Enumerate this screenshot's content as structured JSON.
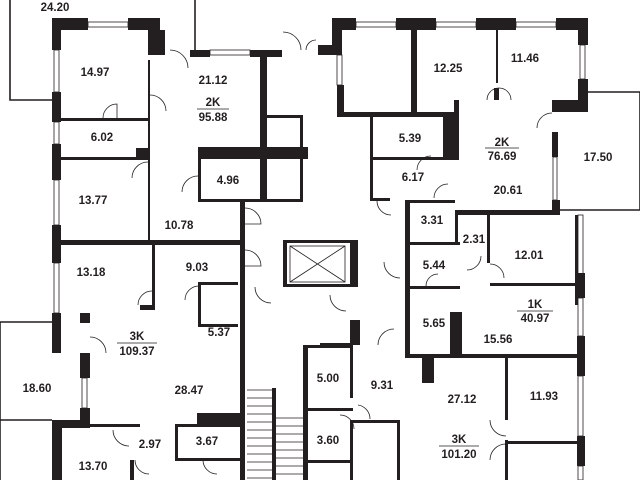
{
  "floor_plan": {
    "balconies": [
      "24.20",
      "17.50",
      "18.60"
    ],
    "apartments": [
      {
        "type": "2K",
        "area": "95.88",
        "rooms": [
          "14.97",
          "21.12",
          "6.02",
          "13.77",
          "10.78",
          "4.96"
        ]
      },
      {
        "type": "3K",
        "area": "109.37",
        "rooms": [
          "13.18",
          "9.03",
          "5.37",
          "28.47",
          "2.97",
          "3.67",
          "13.70"
        ]
      },
      {
        "type": "2K",
        "area": "76.69",
        "rooms": [
          "12.25",
          "11.46",
          "5.39",
          "6.17",
          "20.61",
          "3.31"
        ]
      },
      {
        "type": "1K",
        "area": "40.97",
        "rooms": [
          "2.31",
          "12.01",
          "5.44",
          "5.65",
          "15.56"
        ]
      },
      {
        "type": "3K",
        "area": "101.20",
        "rooms": [
          "5.00",
          "9.31",
          "27.12",
          "11.93",
          "3.60"
        ]
      }
    ]
  }
}
